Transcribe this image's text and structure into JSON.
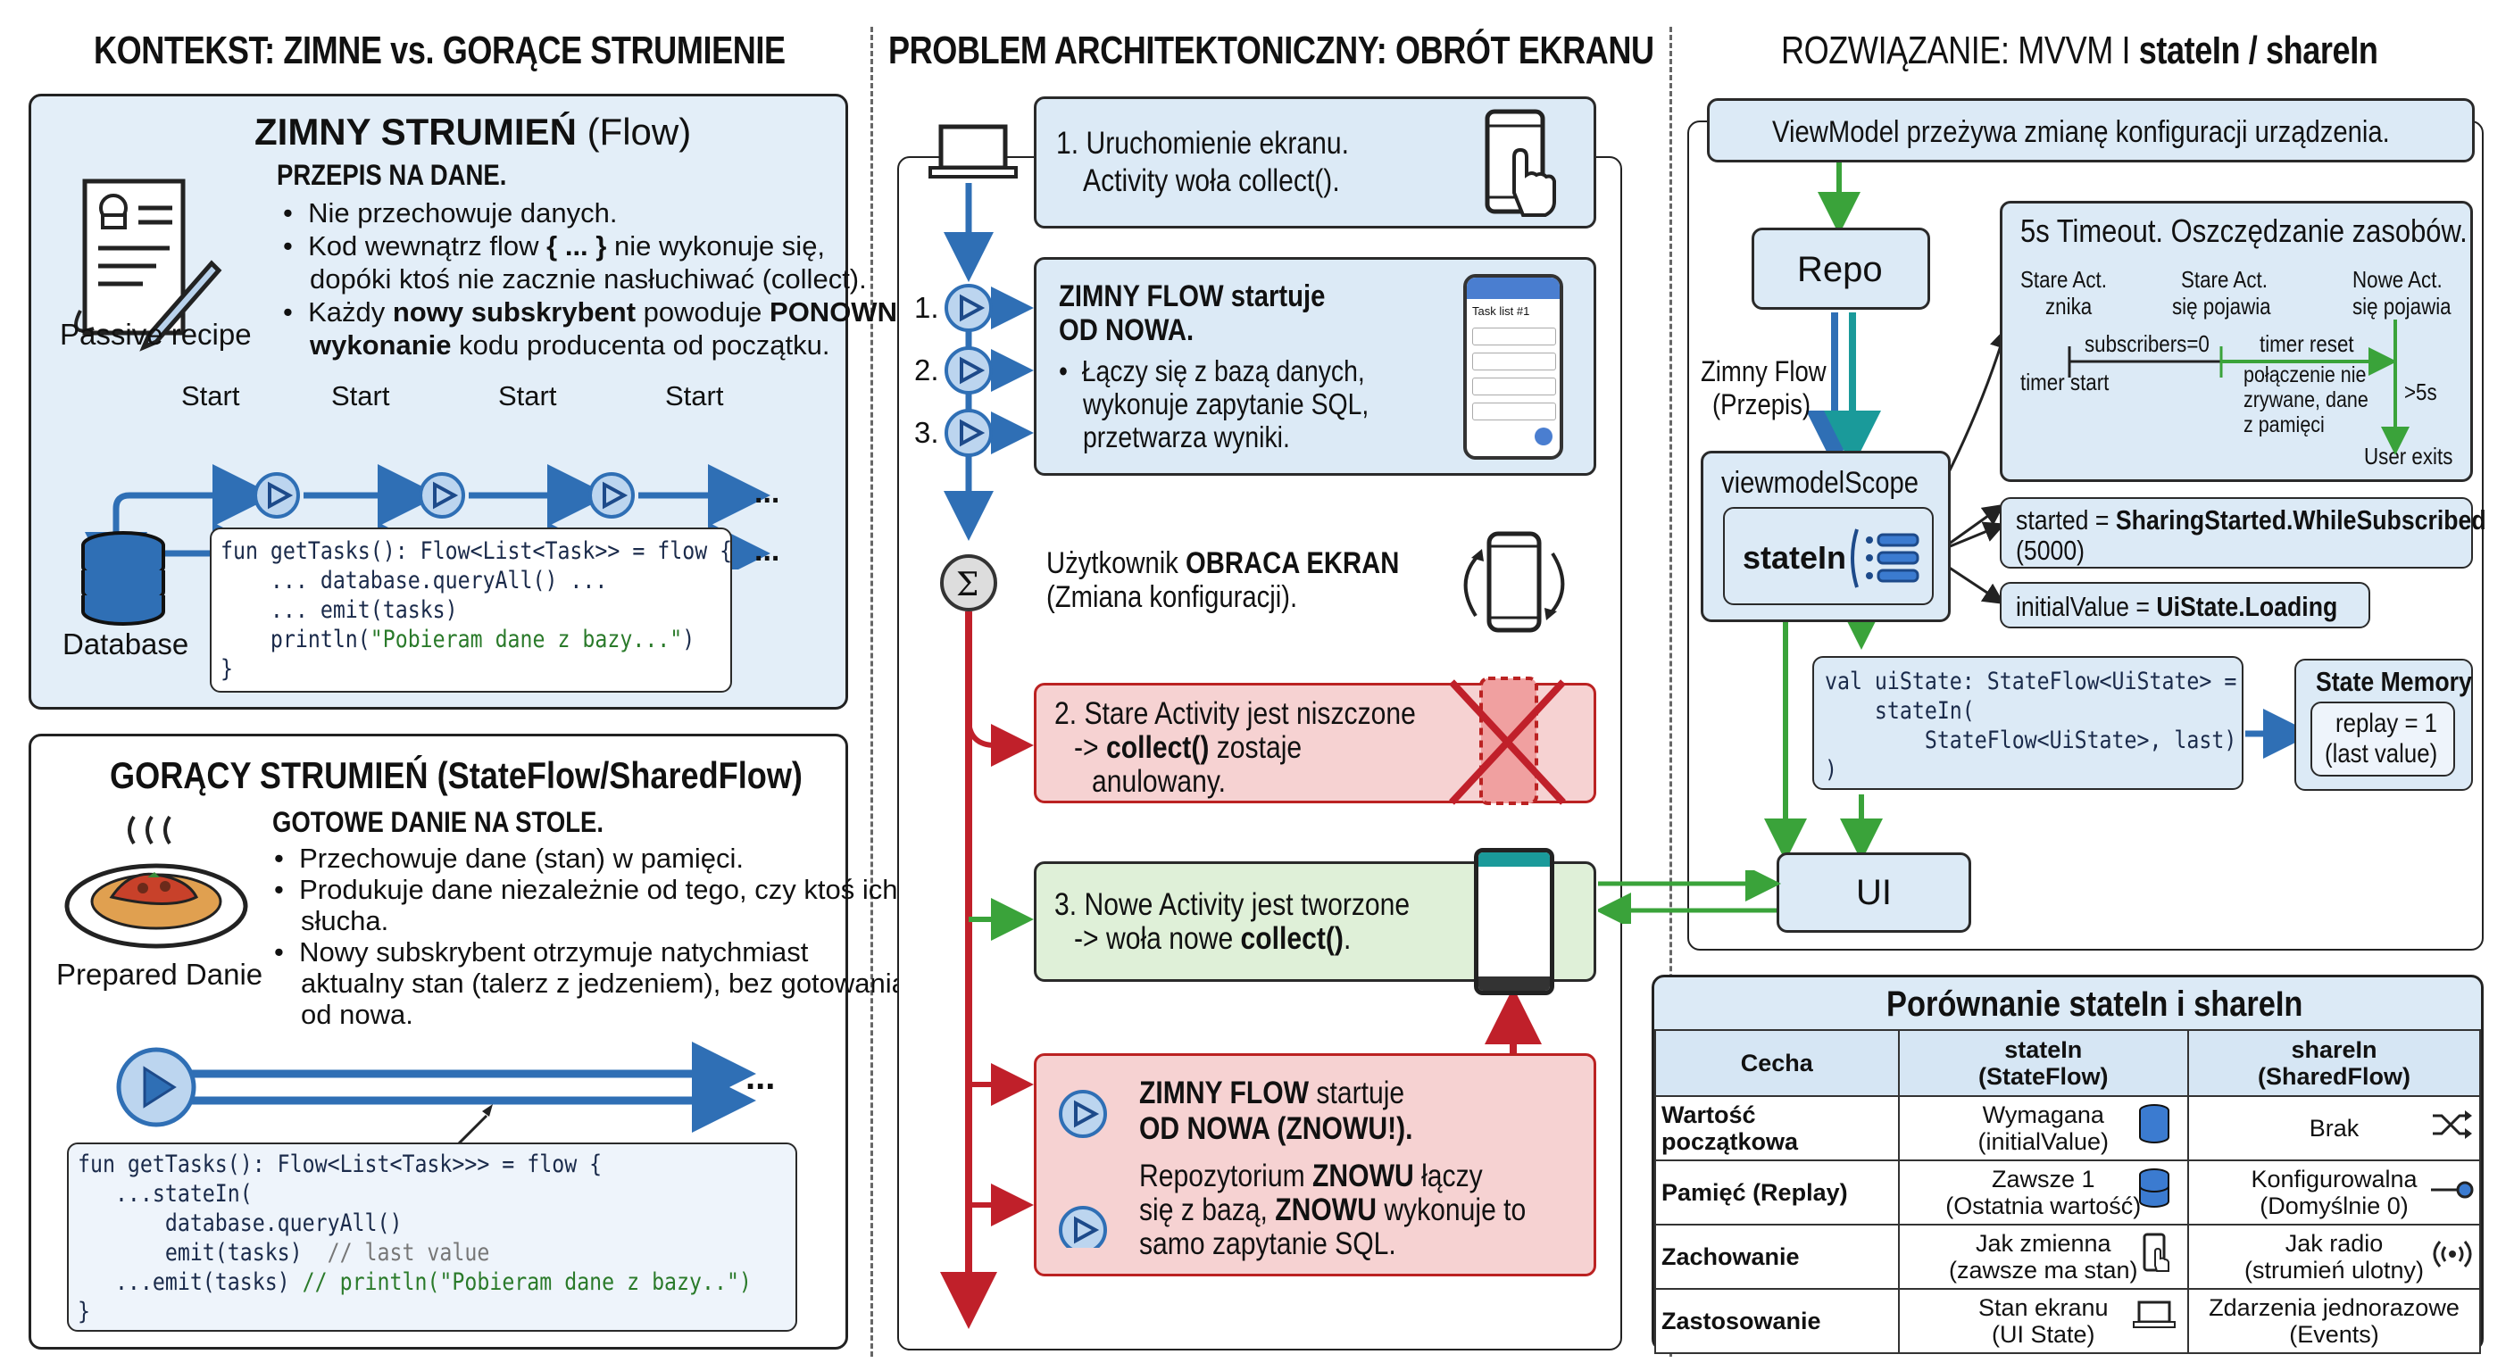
{
  "columns": {
    "left": "KONTEKST: ZIMNE vs. GORĄCE STRUMIENIE",
    "middle": "PROBLEM ARCHITEKTONICZNY: OBRÓT EKRANU",
    "right_pre": "ROZWIĄZANIE: MVVM I ",
    "right_bold": "stateIn / shareIn"
  },
  "cold": {
    "title_bold": "ZIMNY STRUMIEŃ",
    "title_rest": " (Flow)",
    "recipe_label": "Passive recipe",
    "subtitle": "PRZEPIS NA DANE.",
    "b1": "Nie przechowuje danych.",
    "b2a": "Kod wewnątrz flow ",
    "b2b": "{ ... }",
    "b2c": " nie wykonuje się,",
    "b2d": "dopóki ktoś nie zacznie nasłuchiwać (collect).",
    "b3a": "Każdy ",
    "b3b": "nowy subskrybent",
    "b3c": " powoduje ",
    "b3d": "PONOWNE",
    "b3e": "wykonanie",
    "b3f": " kodu producenta od początku.",
    "start": "Start",
    "ellipsis": "...",
    "db_label": "Database",
    "code1": "fun getTasks(): Flow<List<Task>> = flow {",
    "code2": "    ... database.queryAll() ...",
    "code3": "    ... emit(tasks)",
    "code4a": "    println(",
    "code4b": "\"Pobieram dane z bazy...\"",
    "code4c": ")",
    "code5": "}"
  },
  "hot": {
    "title": "GORĄCY STRUMIEŃ (StateFlow/SharedFlow)",
    "subtitle": "GOTOWE DANIE NA STOLE.",
    "b1": "Przechowuje dane (stan) w pamięci.",
    "b2a": "Produkuje dane niezależnie od tego, czy ktoś ich",
    "b2b": "słucha.",
    "b3a": "Nowy subskrybent otrzymuje natychmiast",
    "b3b": "aktualny stan (talerz z jedzeniem), bez gotowania",
    "b3c": "od nowa.",
    "dish_label": "Prepared Danie",
    "ellipsis": "...",
    "code1": "fun getTasks(): Flow<List<Task>>> = flow {",
    "code2": "   ...stateIn(",
    "code3": "       database.queryAll()",
    "code4a": "       emit(tasks)  ",
    "code4b": "// last value",
    "code5a": "   ...emit(tasks) ",
    "code5b": "// println(\"Pobieram dane z bazy..\")",
    "code6": "}"
  },
  "problem": {
    "step1a": "1. Uruchomienie ekranu.",
    "step1b": "Activity woła collect().",
    "n1": "1.",
    "n2": "2.",
    "n3": "3.",
    "cold_title1": "ZIMNY FLOW startuje",
    "cold_title2": "OD NOWA.",
    "cold_b1": "Łączy się z bazą danych,",
    "cold_b2": "wykonuje zapytanie SQL,",
    "cold_b3": "przetwarza wyniki.",
    "phone_title": "Task list #1",
    "rotate_a": "Użytkownik ",
    "rotate_b": "OBRACA EKRAN",
    "rotate_c": "(Zmiana konfiguracji).",
    "s2a": "2. Stare Activity jest niszczone",
    "s2b": "-> ",
    "s2c": "collect()",
    "s2d": " zostaje",
    "s2e": "anulowany.",
    "s3a": "3. Nowe Activity jest tworzone",
    "s3b": "-> woła nowe ",
    "s3c": "collect()",
    "s3d": ".",
    "again1a": "ZIMNY FLOW",
    "again1b": " startuje",
    "again2": "OD NOWA (ZNOWU!).",
    "again3a": "Repozytorium ",
    "again3b": "ZNOWU",
    "again3c": " łączy",
    "again4a": "się z bazą, ",
    "again4b": "ZNOWU",
    "again4c": " wykonuje to",
    "again5": "samo zapytanie SQL."
  },
  "solution": {
    "vm_banner": "ViewModel przeżywa zmianę konfiguracji urządzenia.",
    "repo": "Repo",
    "cold_flow1": "Zimny Flow",
    "cold_flow2": "(Przepis)",
    "scope": "viewmodelScope",
    "statein": "stateIn",
    "timeout_title": "5s Timeout. Oszczędzanie zasobów.",
    "old_act1": "Stare Act.",
    "old_act2": "znika",
    "old_act3": "Stare Act.",
    "old_act4": "się pojawia",
    "new_act1": "Nowe Act.",
    "new_act2": "się pojawia",
    "subs0": "subscribers=0",
    "timer_reset": "timer reset",
    "timer_start": "timer start",
    "conn1": "połączenie nie",
    "conn2": "zrywane, dane",
    "conn3": "z pamięci",
    "gt5s": ">5s",
    "user_exits": "User exits",
    "started_a": "started = ",
    "started_b": "SharingStarted.WhileSubscribed",
    "started_c": "(5000)",
    "initial_a": "initialValue = ",
    "initial_b": "UiState.Loading",
    "code1": "val uiState: StateFlow<UiState> =",
    "code2": "    stateIn(",
    "code3": "        StateFlow<UiState>, last)",
    "code4": ")",
    "state_mem": "State Memory",
    "replay1": "replay = 1",
    "replay2": "(last value)",
    "ui": "UI"
  },
  "comparison": {
    "title": "Porównanie stateIn i shareIn",
    "h_feature": "Cecha",
    "h_statein1": "stateIn",
    "h_statein2": "(StateFlow)",
    "h_sharein1": "shareIn",
    "h_sharein2": "(SharedFlow)",
    "rows": [
      {
        "f": "Wartość początkowa",
        "s1": "Wymagana",
        "s2": "(initialValue)",
        "h1": "Brak",
        "h2": ""
      },
      {
        "f": "Pamięć (Replay)",
        "s1": "Zawsze 1",
        "s2": "(Ostatnia wartość)",
        "h1": "Konfigurowalna",
        "h2": "(Domyślnie 0)"
      },
      {
        "f": "Zachowanie",
        "s1": "Jak zmienna",
        "s2": "(zawsze ma stan)",
        "h1": "Jak radio",
        "h2": "(strumień ulotny)"
      },
      {
        "f": "Zastosowanie",
        "s1": "Stan ekranu",
        "s2": "(UI State)",
        "h1": "Zdarzenia jednorazowe",
        "h2": "(Events)"
      }
    ]
  },
  "colors": {
    "blue_arrow": "#2f6fb5",
    "teal_arrow": "#1a9a9a",
    "green_arrow": "#3aa33a",
    "red_arrow": "#c0202a",
    "panel_blue": "#e3eef8"
  }
}
